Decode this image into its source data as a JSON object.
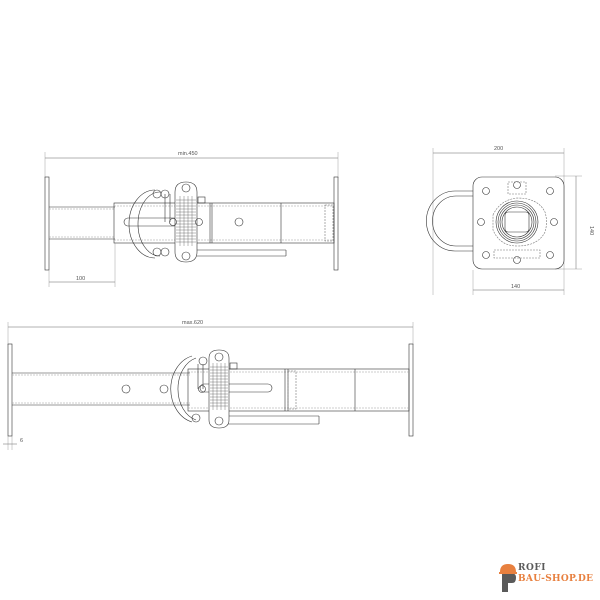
{
  "drawing": {
    "top_view": {
      "dimension_overall": "min.450",
      "dimension_offset": "100"
    },
    "end_view": {
      "dimension_width": "200",
      "dimension_height": "140",
      "dimension_plate": "140"
    },
    "extended_view": {
      "dimension_overall": "max.620",
      "dimension_plate_thickness": "6"
    }
  },
  "logo": {
    "line1": "ROFI",
    "line2": "BAU-SHOP.DE",
    "colors": {
      "orange": "#e8803f",
      "gray": "#5a5a5a"
    }
  }
}
